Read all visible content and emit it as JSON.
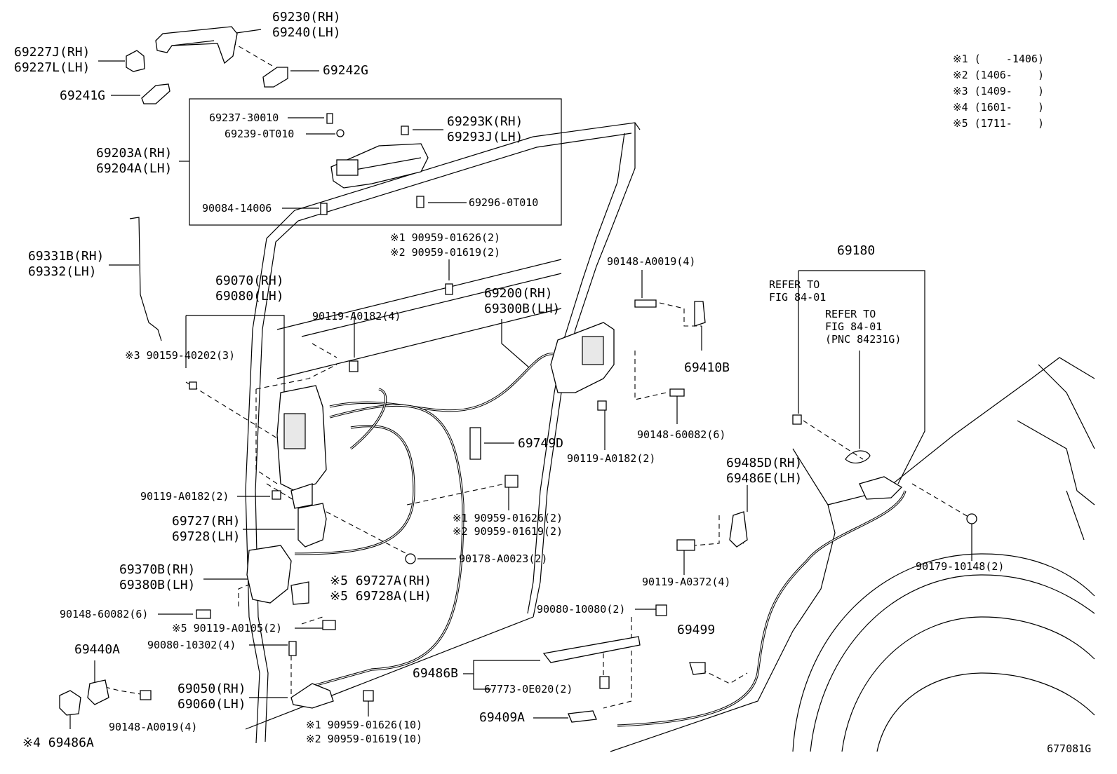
{
  "labels": {
    "l69230": "69230(RH)",
    "l69240": "69240(LH)",
    "l69227j": "69227J(RH)",
    "l69227l": "69227L(LH)",
    "l69242g": "69242G",
    "l69241g": "69241G",
    "l69237": "69237-30010",
    "l69239": "69239-0T010",
    "l69293k": "69293K(RH)",
    "l69293j": "69293J(LH)",
    "l69203a": "69203A(RH)",
    "l69204a": "69204A(LH)",
    "l90084": "90084-14006",
    "l69296": "69296-0T010",
    "l69331b": "69331B(RH)",
    "l69332": "69332(LH)",
    "l69070": "69070(RH)",
    "l69080": "69080(LH)",
    "l90159": "※3 90159-40202(3)",
    "l90119a": "90119-A0182(4)",
    "l90959a1": "※1 90959-01626(2)",
    "l90959a2": "※2 90959-01619(2)",
    "l69200": "69200(RH)",
    "l69300b": "69300B(LH)",
    "l90148a": "90148-A0019(4)",
    "l69410b": "69410B",
    "l69180": "69180",
    "lrefer1a": "REFER TO",
    "lrefer1b": "FIG 84-01",
    "lrefer2a": "REFER TO",
    "lrefer2b": "FIG 84-01",
    "lrefer2c": "(PNC 84231G)",
    "l90148b": "90148-60082(6)",
    "l69749d": "69749D",
    "l90119b": "90119-A0182(2)",
    "l90119c": "90119-A0182(2)",
    "l69485d": "69485D(RH)",
    "l69486e": "69486E(LH)",
    "l69727": "69727(RH)",
    "l69728": "69728(LH)",
    "l90959b1": "※1 90959-01626(2)",
    "l90959b2": "※2 90959-01619(2)",
    "l90178": "90178-A0023(2)",
    "l69370b": "69370B(RH)",
    "l69380b": "69380B(LH)",
    "l69727a": "※5 69727A(RH)",
    "l69728a": "※5 69728A(LH)",
    "l90119d": "90119-A0372(4)",
    "l90179": "90179-10148(2)",
    "l90148c": "90148-60082(6)",
    "l90119e": "※5 90119-A0105(2)",
    "l90080a": "90080-10080(2)",
    "l69499": "69499",
    "l69440a": "69440A",
    "l90080b": "90080-10302(4)",
    "l69486b": "69486B",
    "l67773": "67773-0E020(2)",
    "l69050": "69050(RH)",
    "l69060": "69060(LH)",
    "l90148d": "90148-A0019(4)",
    "l69409a": "69409A",
    "l90959c1": "※1 90959-01626(10)",
    "l90959c2": "※2 90959-01619(10)",
    "l69486a": "※4 69486A",
    "lcode": "677081G"
  },
  "legend": [
    "※1 (    -1406)",
    "※2 (1406-    )",
    "※3 (1409-    )",
    "※4 (1601-    )",
    "※5 (1711-    )"
  ]
}
